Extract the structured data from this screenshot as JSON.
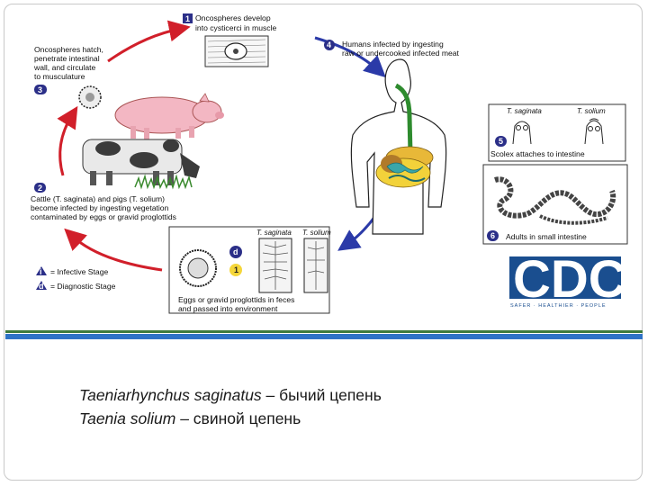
{
  "steps": {
    "s1": {
      "num": "1",
      "lines": [
        "Oncospheres develop",
        "into cysticerci in muscle"
      ]
    },
    "s2": {
      "num": "2",
      "lines": [
        "Cattle (T. saginata) and pigs (T. solium)",
        "become infected by ingesting vegetation",
        "contaminated by eggs or gravid proglottids"
      ]
    },
    "s3": {
      "num": "3",
      "lines": [
        "Oncospheres hatch,",
        "penetrate intestinal",
        "wall, and circulate",
        "to musculature"
      ]
    },
    "s4": {
      "num": "4",
      "lines": [
        "Humans infected by ingesting",
        "raw or undercooked infected meat"
      ]
    },
    "s5": {
      "num": "5",
      "label": "Scolex attaches to intestine",
      "t_saginata": "T. saginata",
      "t_solium": "T. solium"
    },
    "s6": {
      "num": "6",
      "label": "Adults in small intestine"
    },
    "eggs": {
      "lines": [
        "Eggs or gravid proglottids in feces",
        "and passed into environment"
      ],
      "t_saginata": "T. saginata",
      "t_solium": "T. solium"
    }
  },
  "legend": {
    "infective": {
      "marker": "i",
      "label": "= Infective Stage"
    },
    "diagnostic": {
      "marker": "d",
      "label": "= Diagnostic Stage"
    }
  },
  "badges": {
    "d": "d",
    "num1": "1"
  },
  "logo": {
    "text": "CDC",
    "tagline": "SAFER · HEALTHIER · PEOPLE"
  },
  "caption": {
    "line1_latin": "Taeniarhynchus saginatus",
    "line1_rus": " – бычий цепень",
    "line2_latin": "Taenia solium",
    "line2_rus": " – свиной цепень"
  },
  "colors": {
    "cycle_blue": "#2b3aa8",
    "cycle_red": "#d11f2a",
    "step_badge": "#2b2f88",
    "cdc_blue": "#1a4e8f",
    "stripe_blue": "#2e72c6",
    "stripe_green": "#3d7a3d"
  }
}
